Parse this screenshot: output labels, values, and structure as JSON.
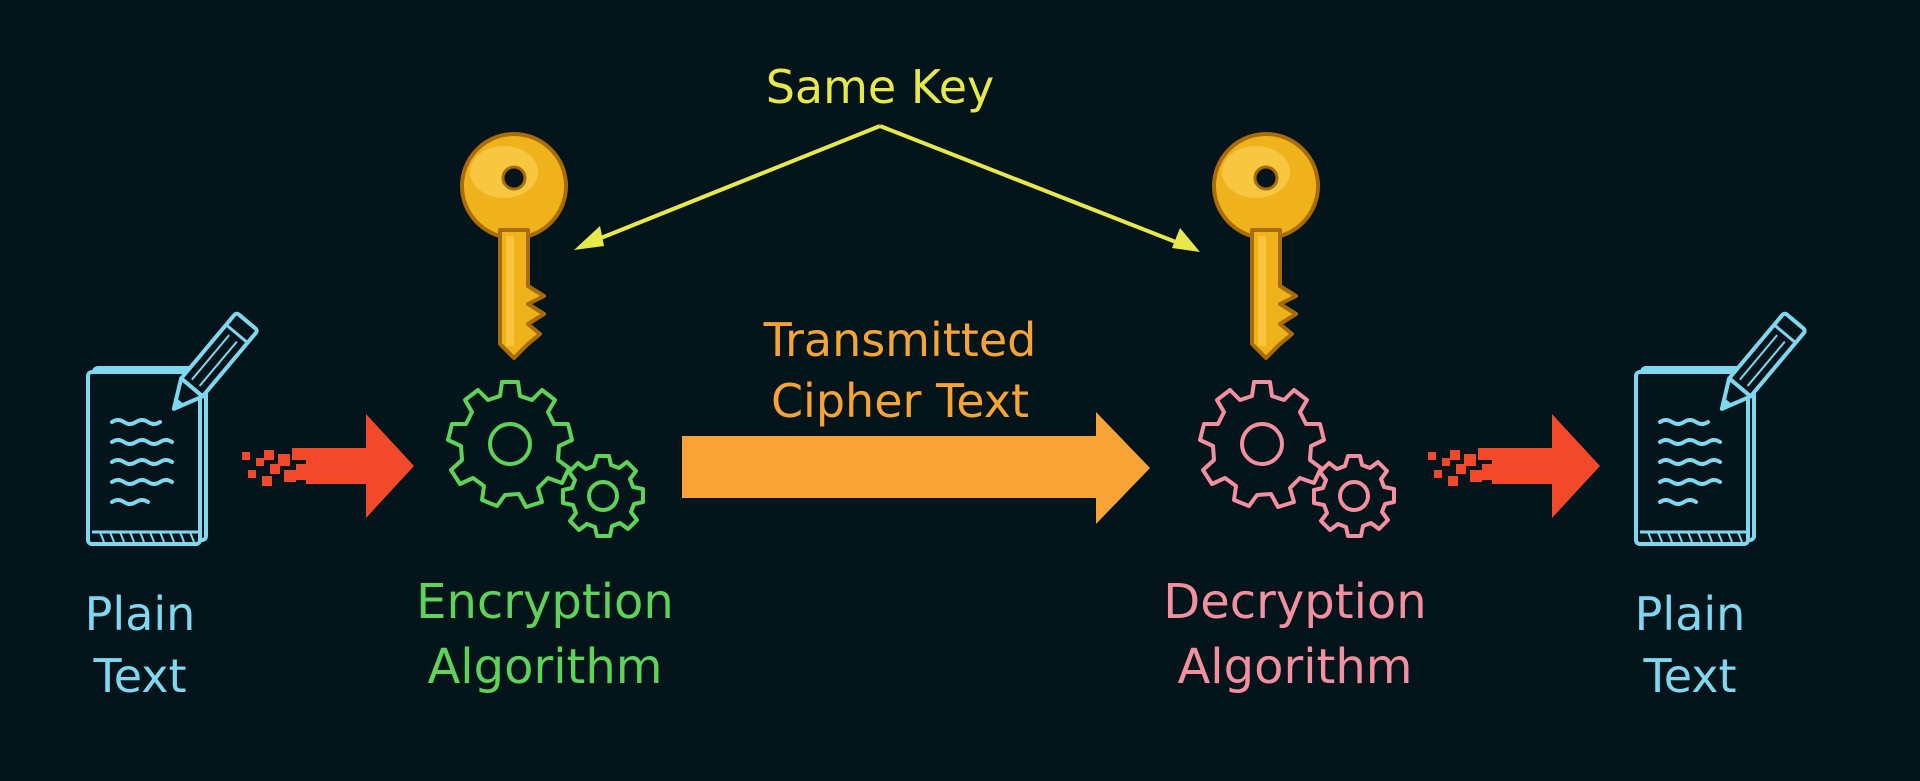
{
  "colors": {
    "background": "#03151a",
    "key_label": "#e8e84a",
    "key_gold": "#f0b21b",
    "plain_text": "#7fd7f0",
    "encryption": "#5fd25a",
    "decryption": "#f48fa0",
    "transmit_arrow": "#f7a336",
    "red_arrow": "#f2492a"
  },
  "labels": {
    "same_key": "Same Key",
    "cipher_line1": "Transmitted",
    "cipher_line2": "Cipher Text",
    "plain_left_line1": "Plain",
    "plain_left_line2": "Text",
    "enc_line1": "Encryption",
    "enc_line2": "Algorithm",
    "dec_line1": "Decryption",
    "dec_line2": "Algorithm",
    "plain_right_line1": "Plain",
    "plain_right_line2": "Text"
  },
  "icons": {
    "plain_left": "document-pencil-icon",
    "key_left": "key-icon",
    "key_right": "key-icon",
    "enc_gears": "gears-icon",
    "dec_gears": "gears-icon",
    "plain_right": "document-pencil-icon"
  }
}
